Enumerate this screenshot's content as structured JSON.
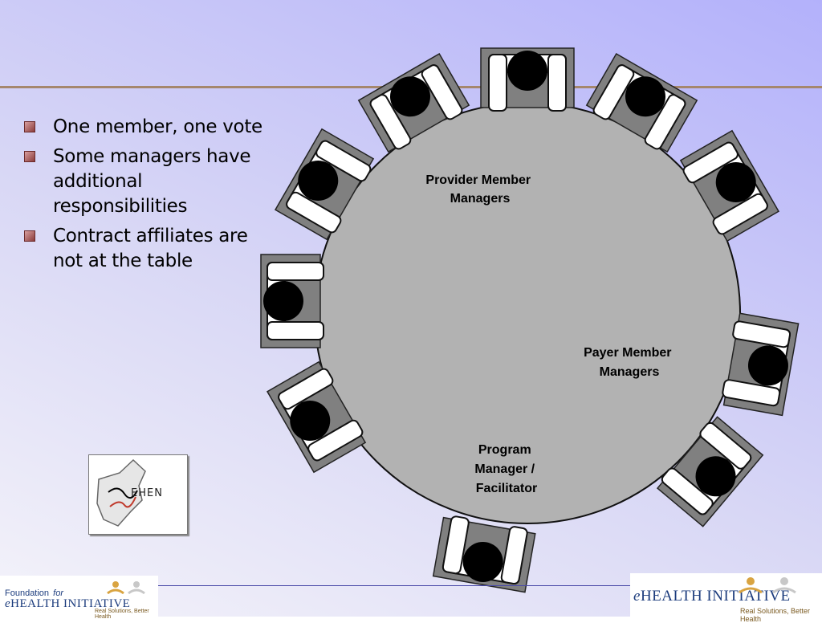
{
  "slide": {
    "bullets": [
      "One member, one vote",
      "Some managers have additional responsibilities",
      "Contract affiliates are not at the table"
    ]
  },
  "diagram": {
    "labels": {
      "provider": [
        "Provider Member",
        "Managers"
      ],
      "payer": [
        "Payer Member",
        "Managers"
      ],
      "program": [
        "Program",
        "Manager /",
        "Facilitator"
      ]
    },
    "colors": {
      "table": "#b2b2b2",
      "seat_back": "#808080",
      "person": "#000000",
      "chair": "#ffffff"
    }
  },
  "logos": {
    "ehen": "EHEN",
    "footer_left": {
      "line1": "Foundation",
      "line1_italic": "for",
      "line2_prefix": "e",
      "line2": "HEALTH INITIATIVE",
      "tagline": "Real Solutions, Better Health"
    },
    "footer_right": {
      "line_prefix": "e",
      "line": "HEALTH INITIATIVE",
      "tagline": "Real Solutions, Better Health"
    }
  }
}
